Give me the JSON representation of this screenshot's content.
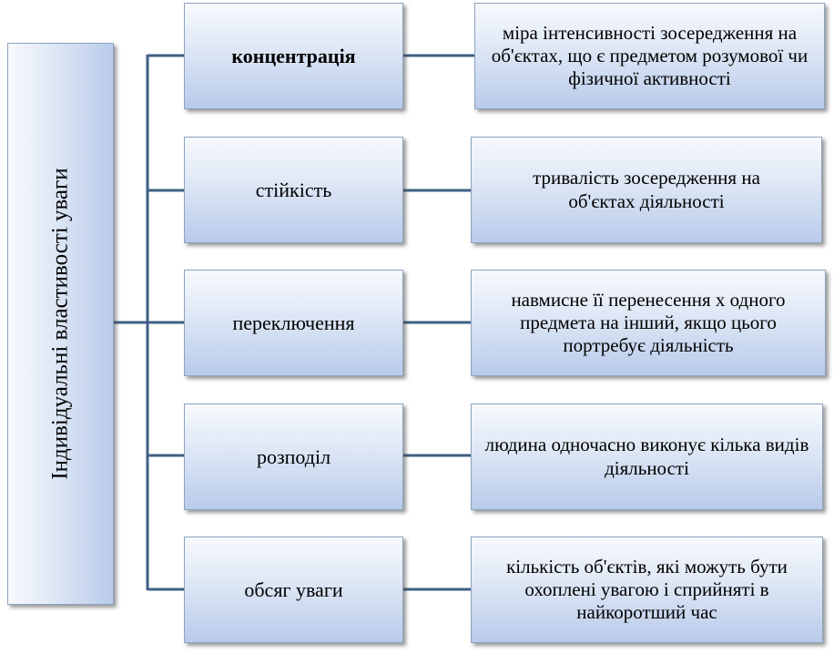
{
  "root": {
    "label": "Індивідуальні властивості уваги"
  },
  "properties": [
    {
      "name": "концентрація",
      "description": "міра інтенсивності зосередження на об'єктах, що є предметом розумової чи фізичної активності"
    },
    {
      "name": "стійкість",
      "description": "тривалість зосередження на об'єктах діяльності"
    },
    {
      "name": "переключення",
      "description": "навмисне її перенесення х одного предмета на інший, якщо цього портребує діяльність"
    },
    {
      "name": "розподіл",
      "description": "людина одночасно виконує кілька видів діяльності"
    },
    {
      "name": "обсяг уваги",
      "description": "кількість  об'єктів, які можуть бути охоплені увагою і сприйняті в найкоротший час"
    }
  ],
  "colors": {
    "connector": "#3f5f85",
    "box_top": "#f7f9fd",
    "box_bottom": "#b9cbea",
    "box_border": "#8da3bf"
  }
}
